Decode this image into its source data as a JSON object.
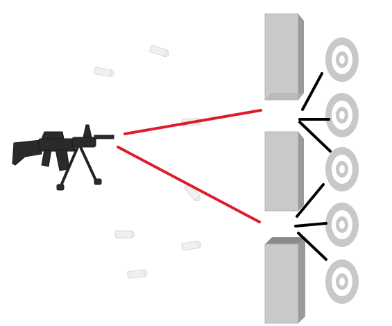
{
  "scene": {
    "background": "#ffffff",
    "colors": {
      "laser": "#dd1c2a",
      "deflect": "#000000",
      "block_front": "#c9c9c9",
      "block_side": "#9a9a9a",
      "block_top": "#b0b0b0",
      "target_ring": "#c8c8c8",
      "target_mid": "#ffffff",
      "rifle": "#2a2a2a",
      "casing": "#e6e6e6"
    },
    "icons": {
      "rifle": "rifle-icon",
      "casing": "bullet-casing-icon",
      "block": "barrier-block",
      "target": "bullseye-target-icon"
    },
    "counts": {
      "barrier_blocks": 3,
      "targets": 5,
      "laser_beams": 2,
      "deflection_lines": 6,
      "casings": 7
    }
  }
}
